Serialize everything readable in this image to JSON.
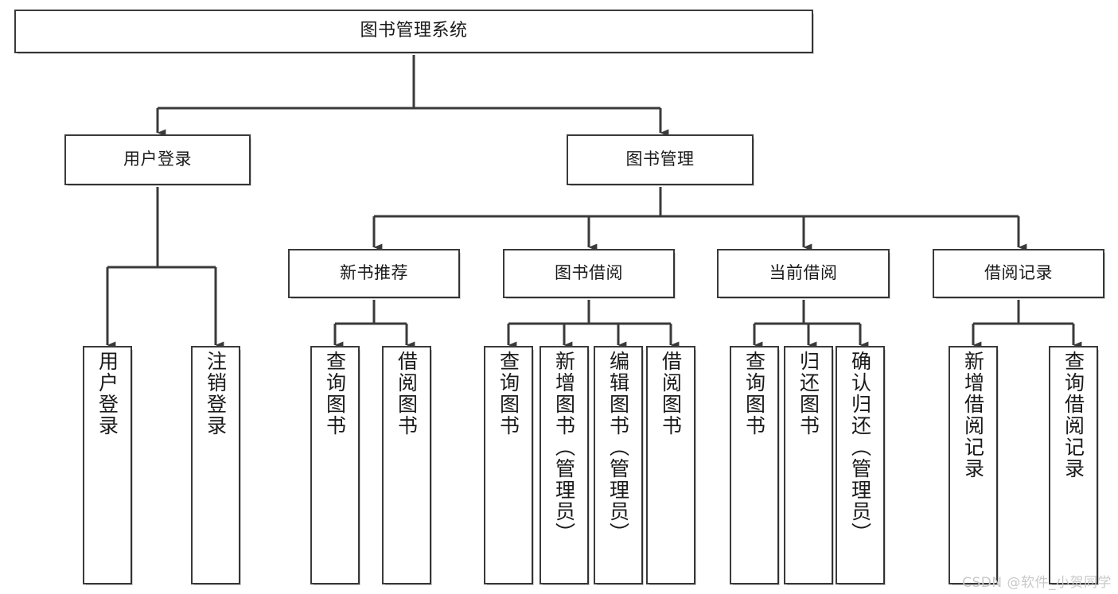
{
  "diagram": {
    "title": "图书管理系统",
    "type": "tree",
    "root": {
      "label": "图书管理系统"
    },
    "level2": [
      {
        "id": "user-login",
        "label": "用户登录"
      },
      {
        "id": "book-manage",
        "label": "图书管理"
      }
    ],
    "level3": [
      {
        "id": "new-book-recommend",
        "label": "新书推荐",
        "parent": "book-manage"
      },
      {
        "id": "book-borrow",
        "label": "图书借阅",
        "parent": "book-manage"
      },
      {
        "id": "current-borrow",
        "label": "当前借阅",
        "parent": "book-manage"
      },
      {
        "id": "borrow-record",
        "label": "借阅记录",
        "parent": "book-manage"
      }
    ],
    "leaves": [
      {
        "id": "leaf-user-login",
        "label": "用户登录",
        "parent": "user-login"
      },
      {
        "id": "leaf-user-logout",
        "label": "注销登录",
        "parent": "user-login"
      },
      {
        "id": "leaf-query-book-1",
        "label": "查询图书",
        "parent": "new-book-recommend"
      },
      {
        "id": "leaf-borrow-book-1",
        "label": "借阅图书",
        "parent": "new-book-recommend"
      },
      {
        "id": "leaf-query-book-2",
        "label": "查询图书",
        "parent": "book-borrow"
      },
      {
        "id": "leaf-add-book",
        "label": "新增图书（管理员）",
        "parent": "book-borrow"
      },
      {
        "id": "leaf-edit-book",
        "label": "编辑图书（管理员）",
        "parent": "book-borrow"
      },
      {
        "id": "leaf-borrow-book-2",
        "label": "借阅图书",
        "parent": "book-borrow"
      },
      {
        "id": "leaf-query-book-3",
        "label": "查询图书",
        "parent": "current-borrow"
      },
      {
        "id": "leaf-return-book",
        "label": "归还图书",
        "parent": "current-borrow"
      },
      {
        "id": "leaf-confirm-return",
        "label": "确认归还（管理员）",
        "parent": "current-borrow"
      },
      {
        "id": "leaf-add-record",
        "label": "新增借阅记录",
        "parent": "borrow-record"
      },
      {
        "id": "leaf-query-record",
        "label": "查询借阅记录",
        "parent": "borrow-record"
      }
    ]
  },
  "watermark": {
    "text": "CSDN @软件_小贺同学"
  },
  "colors": {
    "stroke": "#3a3a3a",
    "fill": "#ffffff",
    "text": "#1a1a1a",
    "watermark": "#c9c9c9"
  }
}
